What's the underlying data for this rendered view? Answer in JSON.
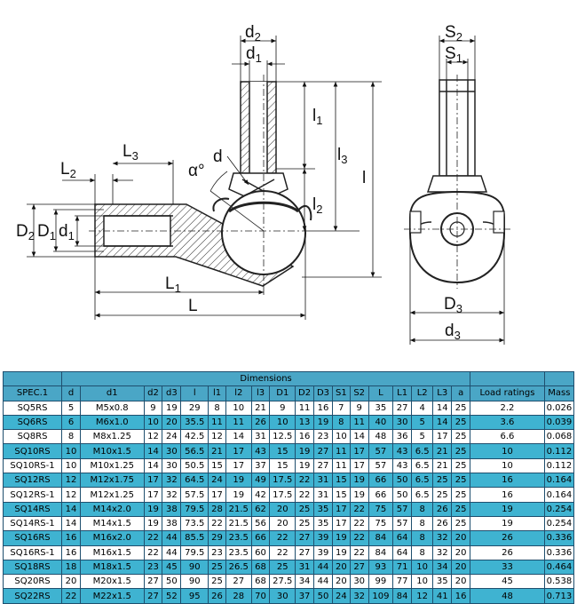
{
  "drawing": {
    "labels": {
      "d2_main": "D",
      "d2_sub": "2",
      "d1_main": "D",
      "d1_sub": "1",
      "d1s_main": "d",
      "d1s_sub": "1",
      "l2_main": "L",
      "l2_sub": "2",
      "l3_main": "L",
      "l3_sub": "3",
      "l1_main": "L",
      "l1_sub": "1",
      "l": "L",
      "alpha": "α°",
      "d": "d",
      "td2_main": "d",
      "td2_sub": "2",
      "td1_main": "d",
      "td1_sub": "1",
      "vl1_main": "l",
      "vl1_sub": "1",
      "vl2_main": "l",
      "vl2_sub": "2",
      "vl3_main": "l",
      "vl3_sub": "3",
      "vl": "l",
      "s2_main": "S",
      "s2_sub": "2",
      "s1_main": "S",
      "s1_sub": "1",
      "bd3_main": "D",
      "bd3_sub": "3",
      "bd3l_main": "d",
      "bd3l_sub": "3"
    }
  },
  "table": {
    "group_header": "Dimensions",
    "columns": [
      "SPEC.1",
      "d",
      "d1",
      "d2",
      "d3",
      "l",
      "l1",
      "l2",
      "l3",
      "D1",
      "D2",
      "D3",
      "S1",
      "S2",
      "L",
      "L1",
      "L2",
      "L3",
      "a",
      "Load ratings",
      "Mass"
    ],
    "rows": [
      [
        "SQ5RS",
        "5",
        "M5x0.8",
        "9",
        "19",
        "29",
        "8",
        "10",
        "21",
        "9",
        "11",
        "16",
        "7",
        "9",
        "35",
        "27",
        "4",
        "14",
        "25",
        "2.2",
        "0.026"
      ],
      [
        "SQ6RS",
        "6",
        "M6x1.0",
        "10",
        "20",
        "35.5",
        "11",
        "11",
        "26",
        "10",
        "13",
        "19",
        "8",
        "11",
        "40",
        "30",
        "5",
        "14",
        "25",
        "3.6",
        "0.039"
      ],
      [
        "SQ8RS",
        "8",
        "M8x1.25",
        "12",
        "24",
        "42.5",
        "12",
        "14",
        "31",
        "12.5",
        "16",
        "23",
        "10",
        "14",
        "48",
        "36",
        "5",
        "17",
        "25",
        "6.6",
        "0.068"
      ],
      [
        "SQ10RS",
        "10",
        "M10x1.5",
        "14",
        "30",
        "56.5",
        "21",
        "17",
        "43",
        "15",
        "19",
        "27",
        "11",
        "17",
        "57",
        "43",
        "6.5",
        "21",
        "25",
        "10",
        "0.112"
      ],
      [
        "SQ10RS-1",
        "10",
        "M10x1.25",
        "14",
        "30",
        "50.5",
        "15",
        "17",
        "37",
        "15",
        "19",
        "27",
        "11",
        "17",
        "57",
        "43",
        "6.5",
        "21",
        "25",
        "10",
        "0.112"
      ],
      [
        "SQ12RS",
        "12",
        "M12x1.75",
        "17",
        "32",
        "64.5",
        "24",
        "19",
        "49",
        "17.5",
        "22",
        "31",
        "15",
        "19",
        "66",
        "50",
        "6.5",
        "25",
        "25",
        "16",
        "0.164"
      ],
      [
        "SQ12RS-1",
        "12",
        "M12x1.25",
        "17",
        "32",
        "57.5",
        "17",
        "19",
        "42",
        "17.5",
        "22",
        "31",
        "15",
        "19",
        "66",
        "50",
        "6.5",
        "25",
        "25",
        "16",
        "0.164"
      ],
      [
        "SQ14RS",
        "14",
        "M14x2.0",
        "19",
        "38",
        "79.5",
        "28",
        "21.5",
        "62",
        "20",
        "25",
        "35",
        "17",
        "22",
        "75",
        "57",
        "8",
        "26",
        "25",
        "19",
        "0.254"
      ],
      [
        "SQ14RS-1",
        "14",
        "M14x1.5",
        "19",
        "38",
        "73.5",
        "22",
        "21.5",
        "56",
        "20",
        "25",
        "35",
        "17",
        "22",
        "75",
        "57",
        "8",
        "26",
        "25",
        "19",
        "0.254"
      ],
      [
        "SQ16RS",
        "16",
        "M16x2.0",
        "22",
        "44",
        "85.5",
        "29",
        "23.5",
        "66",
        "22",
        "27",
        "39",
        "19",
        "22",
        "84",
        "64",
        "8",
        "32",
        "20",
        "26",
        "0.336"
      ],
      [
        "SQ16RS-1",
        "16",
        "M16x1.5",
        "22",
        "44",
        "79.5",
        "23",
        "23.5",
        "60",
        "22",
        "27",
        "39",
        "19",
        "22",
        "84",
        "64",
        "8",
        "32",
        "20",
        "26",
        "0.336"
      ],
      [
        "SQ18RS",
        "18",
        "M18x1.5",
        "23",
        "45",
        "90",
        "25",
        "26.5",
        "68",
        "25",
        "31",
        "44",
        "20",
        "27",
        "93",
        "71",
        "10",
        "34",
        "20",
        "33",
        "0.464"
      ],
      [
        "SQ20RS",
        "20",
        "M20x1.5",
        "27",
        "50",
        "90",
        "25",
        "27",
        "68",
        "27.5",
        "34",
        "44",
        "20",
        "30",
        "99",
        "77",
        "10",
        "35",
        "20",
        "45",
        "0.538"
      ],
      [
        "SQ22RS",
        "22",
        "M22x1.5",
        "27",
        "52",
        "95",
        "26",
        "28",
        "70",
        "30",
        "37",
        "50",
        "24",
        "32",
        "109",
        "84",
        "12",
        "41",
        "16",
        "48",
        "0.713"
      ]
    ]
  }
}
